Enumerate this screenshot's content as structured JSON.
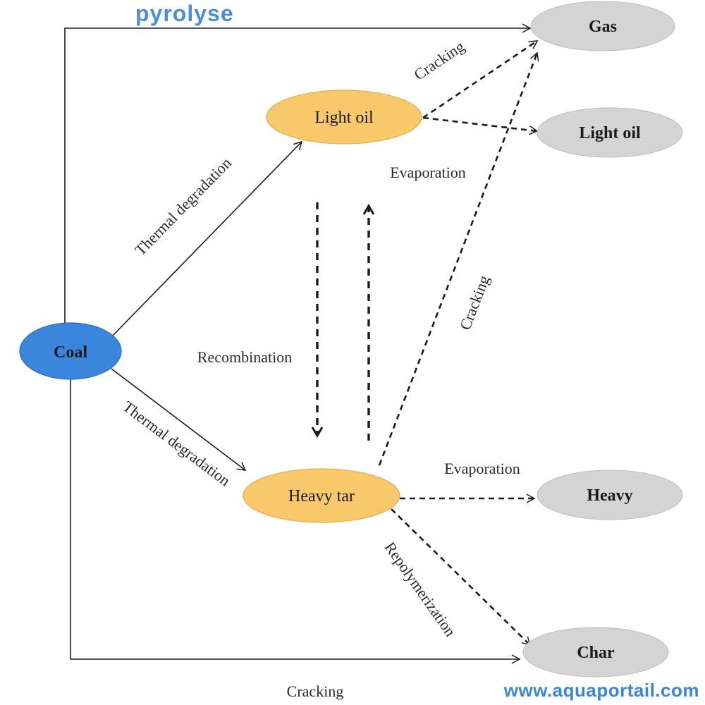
{
  "title": "pyrolyse",
  "watermark": "www.aquaportail.com",
  "colors": {
    "coal_fill": "#3a86dd",
    "intermediate_fill": "#f7c96a",
    "product_fill": "#d4d4d4",
    "line": "#1a1a1a",
    "title": "#4a90d9"
  },
  "nodes": {
    "coal": "Coal",
    "light_oil_mid": "Light oil",
    "heavy_tar": "Heavy tar",
    "gas": "Gas",
    "light_oil_product": "Light oil",
    "heavy_product": "Heavy",
    "char": "Char"
  },
  "edge_labels": {
    "thermal_degradation_upper": "Thermal degradation",
    "thermal_degradation_lower": "Thermal degradation",
    "cracking_light_oil": "Cracking",
    "evaporation_light_oil": "Evaporation",
    "recombination": "Recombination",
    "cracking_heavy_tar": "Cracking",
    "evaporation_heavy_tar": "Evaporation",
    "repolymerization": "Repolymerization",
    "cracking_bottom": "Cracking"
  }
}
